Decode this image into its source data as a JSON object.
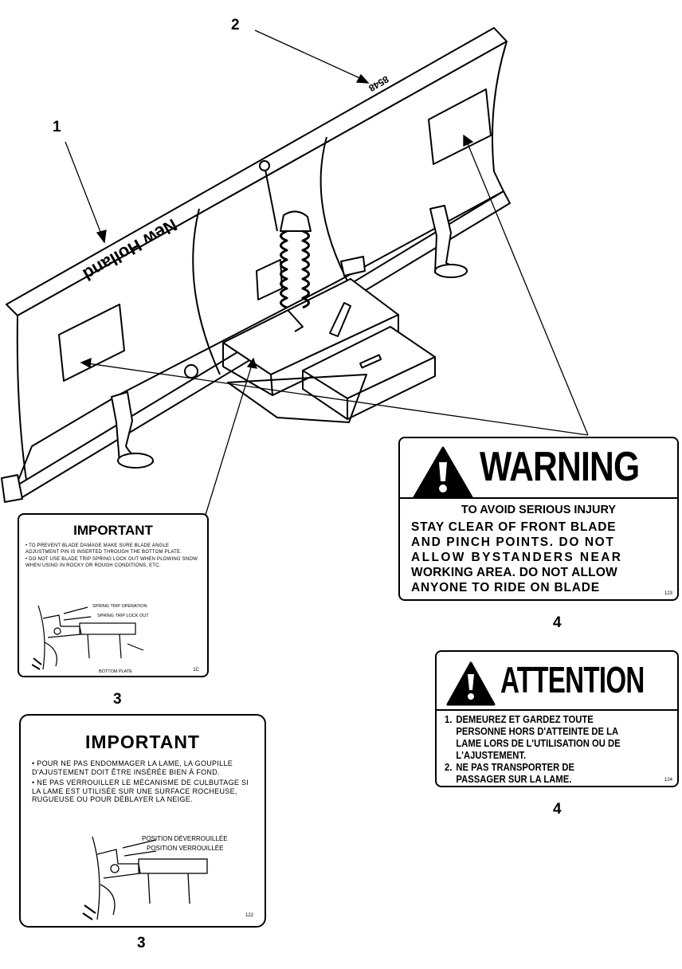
{
  "callouts": [
    "1",
    "2",
    "3",
    "3",
    "4",
    "4"
  ],
  "blade_logo": "New Holland",
  "blade_model": "8548",
  "decal_important_en": {
    "title": "IMPORTANT",
    "bullets": [
      "TO PREVENT BLADE DAMAGE MAKE SURE BLADE ANGLE ADJUSTMENT PIN IS INSERTED THROUGH THE BOTTOM PLATE.",
      "DO NOT USE BLADE TRIP SPRING LOCK OUT WHEN PLOWING SNOW WHEN USING IN ROCKY OR ROUGH CONDITIONS, ETC."
    ],
    "labels": [
      "SPRING TRIP OPERATION",
      "SPRING TRIP LOCK OUT",
      "BOTTOM PLATE"
    ],
    "code": "1C"
  },
  "decal_important_fr": {
    "title": "IMPORTANT",
    "bullets": [
      "POUR NE PAS ENDOMMAGER LA LAME, LA GOUPILLE D'AJUSTEMENT DOIT ÊTRE INSÉRÉE BIEN À FOND.",
      "NE PAS VERROUILLER LE MÉCANISME DE CULBUTAGE SI LA LAME EST UTILISÉE SUR UNE SURFACE ROCHEUSE, RUGUEUSE OU POUR DÉBLAYER LA NEIGE."
    ],
    "labels": [
      "POSITION DÉVERROUILLÉE",
      "POSITION VERROUILLÉE"
    ],
    "code": "122"
  },
  "decal_warning": {
    "title": "WARNING",
    "subtitle": "TO AVOID SERIOUS INJURY",
    "lines": [
      "STAY CLEAR OF FRONT BLADE",
      "AND PINCH POINTS. DO NOT",
      "ALLOW BYSTANDERS NEAR",
      "WORKING AREA. DO NOT ALLOW",
      "ANYONE TO RIDE ON BLADE"
    ],
    "code": "123"
  },
  "decal_attention": {
    "title": "ATTENTION",
    "items": [
      {
        "num": "1.",
        "lines": [
          "DEMEUREZ ET GARDEZ TOUTE",
          "PERSONNE HORS D'ATTEINTE DE LA",
          "LAME LORS DE L'UTILISATION OU DE",
          "L'AJUSTEMENT."
        ]
      },
      {
        "num": "2.",
        "lines": [
          "NE PAS TRANSPORTER DE",
          "PASSAGER SUR LA LAME."
        ]
      }
    ],
    "code": "124"
  }
}
